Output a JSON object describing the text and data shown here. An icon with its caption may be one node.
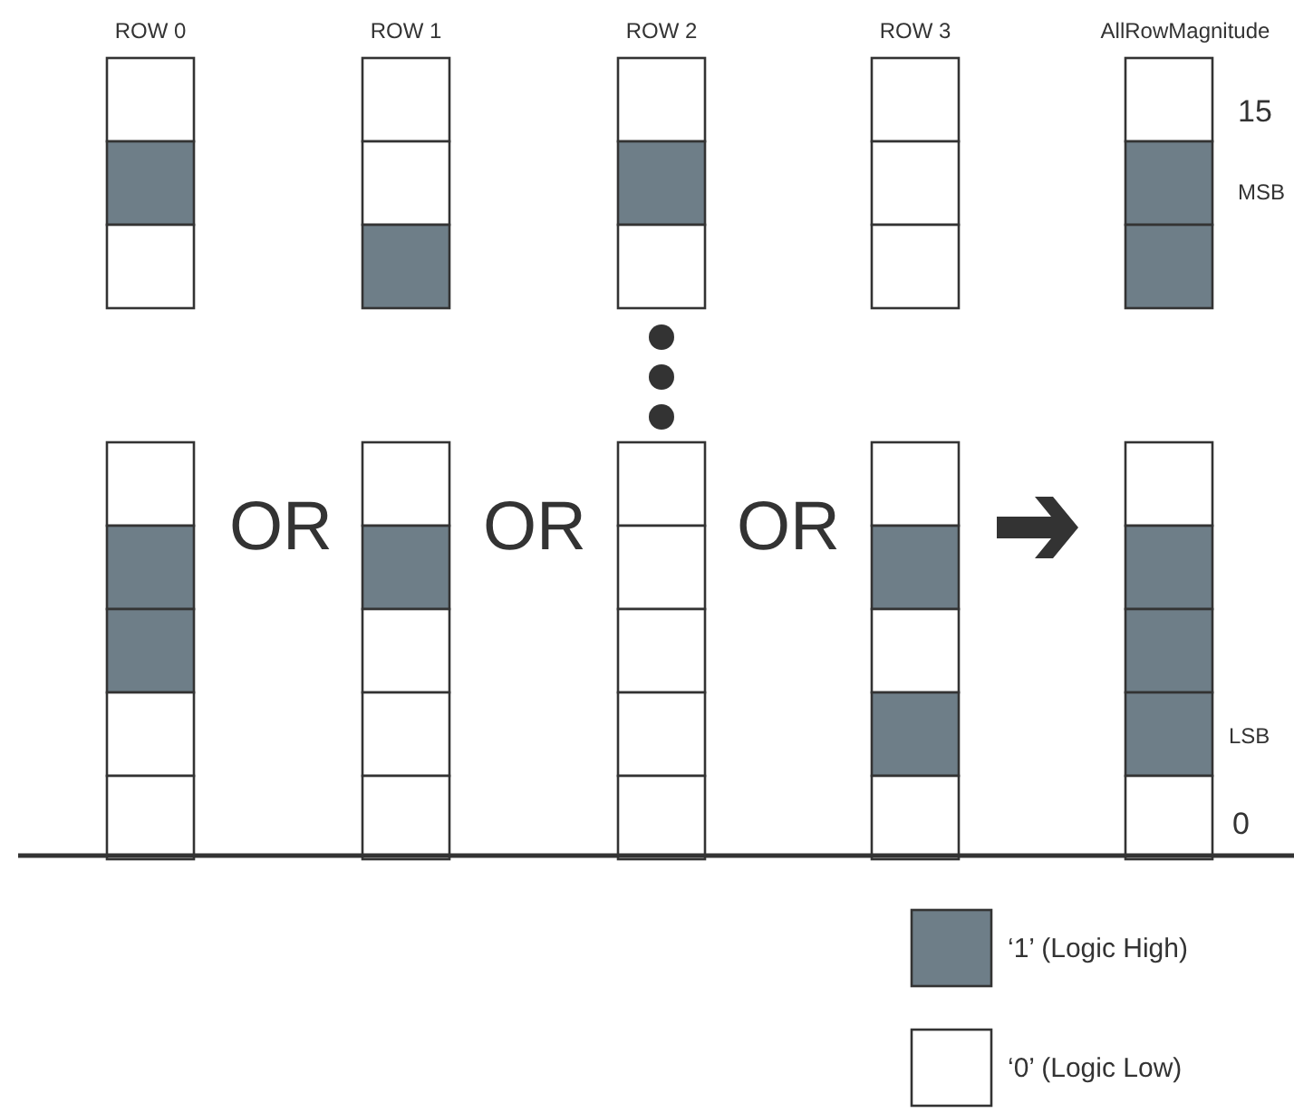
{
  "diagram": {
    "labels": [
      "ROW 0",
      "ROW 1",
      "ROW 2",
      "ROW 3",
      "AllRowMagnitude",
      "15",
      "MSB",
      "OR",
      "OR",
      "OR",
      "LSB",
      "0"
    ],
    "legend": [
      {
        "text": "‘1’ (Logic High)",
        "color": "#6e7e88"
      },
      {
        "text": "‘0’ (Logic Low)",
        "color": "#ffffff"
      }
    ]
  }
}
